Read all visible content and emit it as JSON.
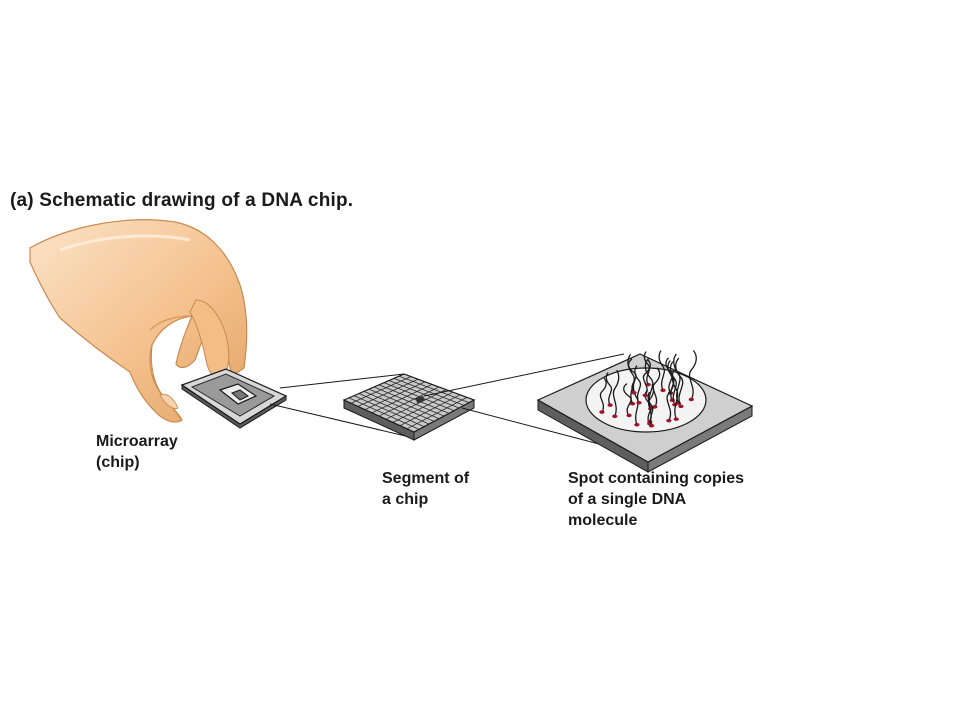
{
  "title": "(a) Schematic drawing of a DNA chip.",
  "labels": {
    "microarray": "Microarray\n(chip)",
    "segment": "Segment of\na chip",
    "spot": "Spot containing copies\nof a single DNA\nmolecule"
  },
  "colors": {
    "skin": "#f5c28f",
    "skin_shadow": "#d9955a",
    "chip_dark": "#6e6e6e",
    "chip_light": "#cfcfcf",
    "dna_dot": "#a0142a"
  },
  "grid": {
    "rows": 10,
    "cols": 12
  },
  "strands": 24
}
